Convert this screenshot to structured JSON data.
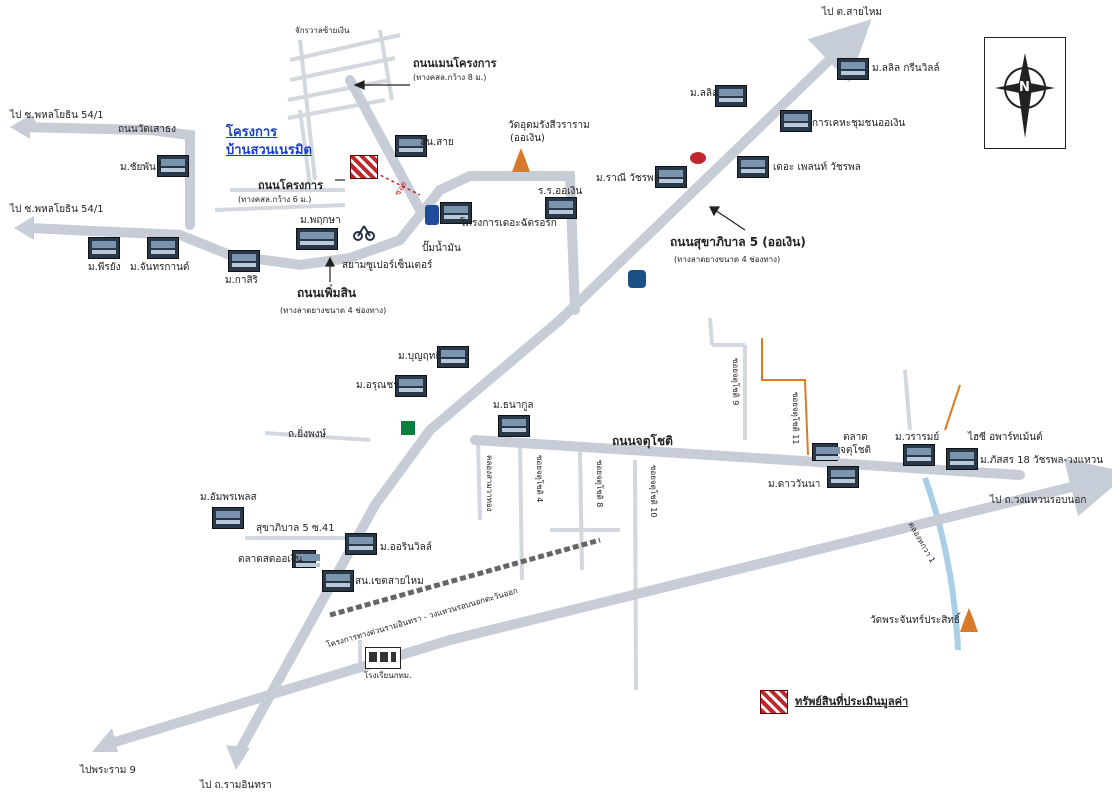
{
  "labels": {
    "to_sai_mai": "ไป ต.สายไหม",
    "to_phahon_54_1_top": "ไป ซ.พหลโยธิน 54/1",
    "to_phahon_54_1_mid": "ไป ซ.พหลโยธิน 54/1",
    "road_wat_sai": "ถนนวัดเสาธง",
    "chakrawang": "จักรวาลซ้ายเงิน",
    "main_project_road": "ถนนเมนโครงการ",
    "main_project_road_width": "(ทางคสล.กว้าง 8 ม.)",
    "project_name_1": "โครงการ",
    "project_name_2": "บ้านสวนเนรมิต",
    "project_road": "ถนนโครงการ",
    "project_road_width": "(ทางคสล.กว้าง 6 ม.)",
    "soi_label": "ซอย",
    "police": "สน.สาย",
    "wat_phra": "วัดอุดมรังสีวราราม",
    "wat_phra_sub": "(ออเงิน)",
    "school": "ร.ร.ออเงิน",
    "m_chaiphan": "ม.ชัยพันธ์",
    "m_phrukpha": "ม.พฤกษา",
    "m_phiriya": "ม.พีรยัง",
    "m_chanthranat": "ม.จันทรกานต์",
    "m_kasiri": "ม.กาสิริ",
    "siam_supercenter": "สยามซูเปอร์เซ็นเตอร์",
    "pump": "ปั๊มน้ำมัน",
    "project_garden": "โครงการเดอะฉัตรอร์ก",
    "road_phermsin": "ถนนเพิ่มสิน",
    "road_phermsin_width": "(ทางลาดยางขนาด 4 ช่องทาง)",
    "m_ratchaphruek": "ม.ราณี วัชรพล",
    "m_lalin": "ม.ลลิล",
    "m_lalin_greenville": "ม.ลลิล กรีนวิลล์",
    "karn_kheha": "การเคหะชุมชนออเงิน",
    "the_palm": "เดอะ เพลนท์ วัชรพล",
    "road_sukhaphiban_5": "ถนนสุขาภิบาล 5 (ออเงิน)",
    "road_sukhaphiban_5_width": "(ทางลาดยางขนาด 4 ช่องทาง)",
    "m_bunrit": "ม.บุญฤทธิ์",
    "m_arunwan": "ม.อรุณชร",
    "m_thanakul": "ม.ธนากูล",
    "rd_yingwong": "ถ.ยิ่งพงษ์",
    "road_jatuchot": "ถนนจตุโชติ",
    "soi_jatuchot_4": "ซอยจตุโชติ 4",
    "soi_jatuchot_8": "ซอยจตุโชติ 8",
    "soi_jatuchot_10": "ซอยจตุโชติ 10",
    "soi_jatuchot_9": "ซอยจตุโชติ 9",
    "soi_jatuchot_11": "ซอยจตุโชติ 11",
    "soi_kaew_rat": "คลองสามวาทอง",
    "talat_jatuchot_1": "ตลาด",
    "talat_jatuchot_2": "จตุโชติ",
    "m_daowanna": "ม.ดาววันนา",
    "m_wararat": "ม.วรารมย์",
    "haichi_apartment": "ไฮซี อพาร์ทเม้นต์",
    "m_phattra": "ม.ภัสสร 18 วัชรพล-วงแหวน",
    "to_ring_road": "ไป ถ.วงแหวนรอบนอก",
    "khlong_hok_wa": "คลองหกวา 1",
    "wat_prachong": "วัดพระจันทร์ประสิทธิ์",
    "m_anphrachas": "ม.อัมพรเพลส",
    "sukhaphiban_5_soi_41": "สุขาภิบาล 5 ซ.41",
    "m_orinville": "ม.ออรินวิลล์",
    "talat_ortongern": "ตลาดสดออเงิน",
    "pol_saimai": "สน.เขตสายไหม",
    "expressway_note": "โครงการทางด่วนรามอินทรา - วงแหวนรอบนอกตะวันออก",
    "school_bottom": "โรงเรียนกทม.",
    "to_phraram_9": "ไปพระราม 9",
    "to_ram_inthra": "ไป ถ.รามอินทรา",
    "legend_text": "ทรัพย์สินที่ประเมินมูลค่า",
    "compass_letter": "N"
  },
  "colors": {
    "road": "#c7cdd6",
    "road_minor": "#d3d8de",
    "road_orange": "#e07a1f",
    "river_blue": "#a9cfe6",
    "subject_red": "#c0272d",
    "text_blue": "#1a3fc0",
    "dark": "#222222"
  },
  "icons": {
    "compass": "compass-rose-icon",
    "temple": "buddha-temple-icon",
    "house": "house-icon",
    "school": "school-icon",
    "pump": "gas-pump-icon",
    "toyota": "toyota-logo-icon",
    "seven": "seven-eleven-icon",
    "subject": "subject-property-icon"
  }
}
